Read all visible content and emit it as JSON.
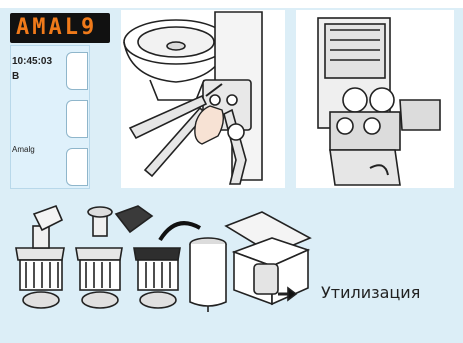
{
  "display": {
    "segment_text": "AMAL9",
    "time": "10:45:03",
    "mode": "B",
    "program": "Amalg"
  },
  "caption": "Утилизация",
  "colors": {
    "background": "#dceef7",
    "segment": "#f07a1a",
    "lcd": "#dff1fb"
  }
}
